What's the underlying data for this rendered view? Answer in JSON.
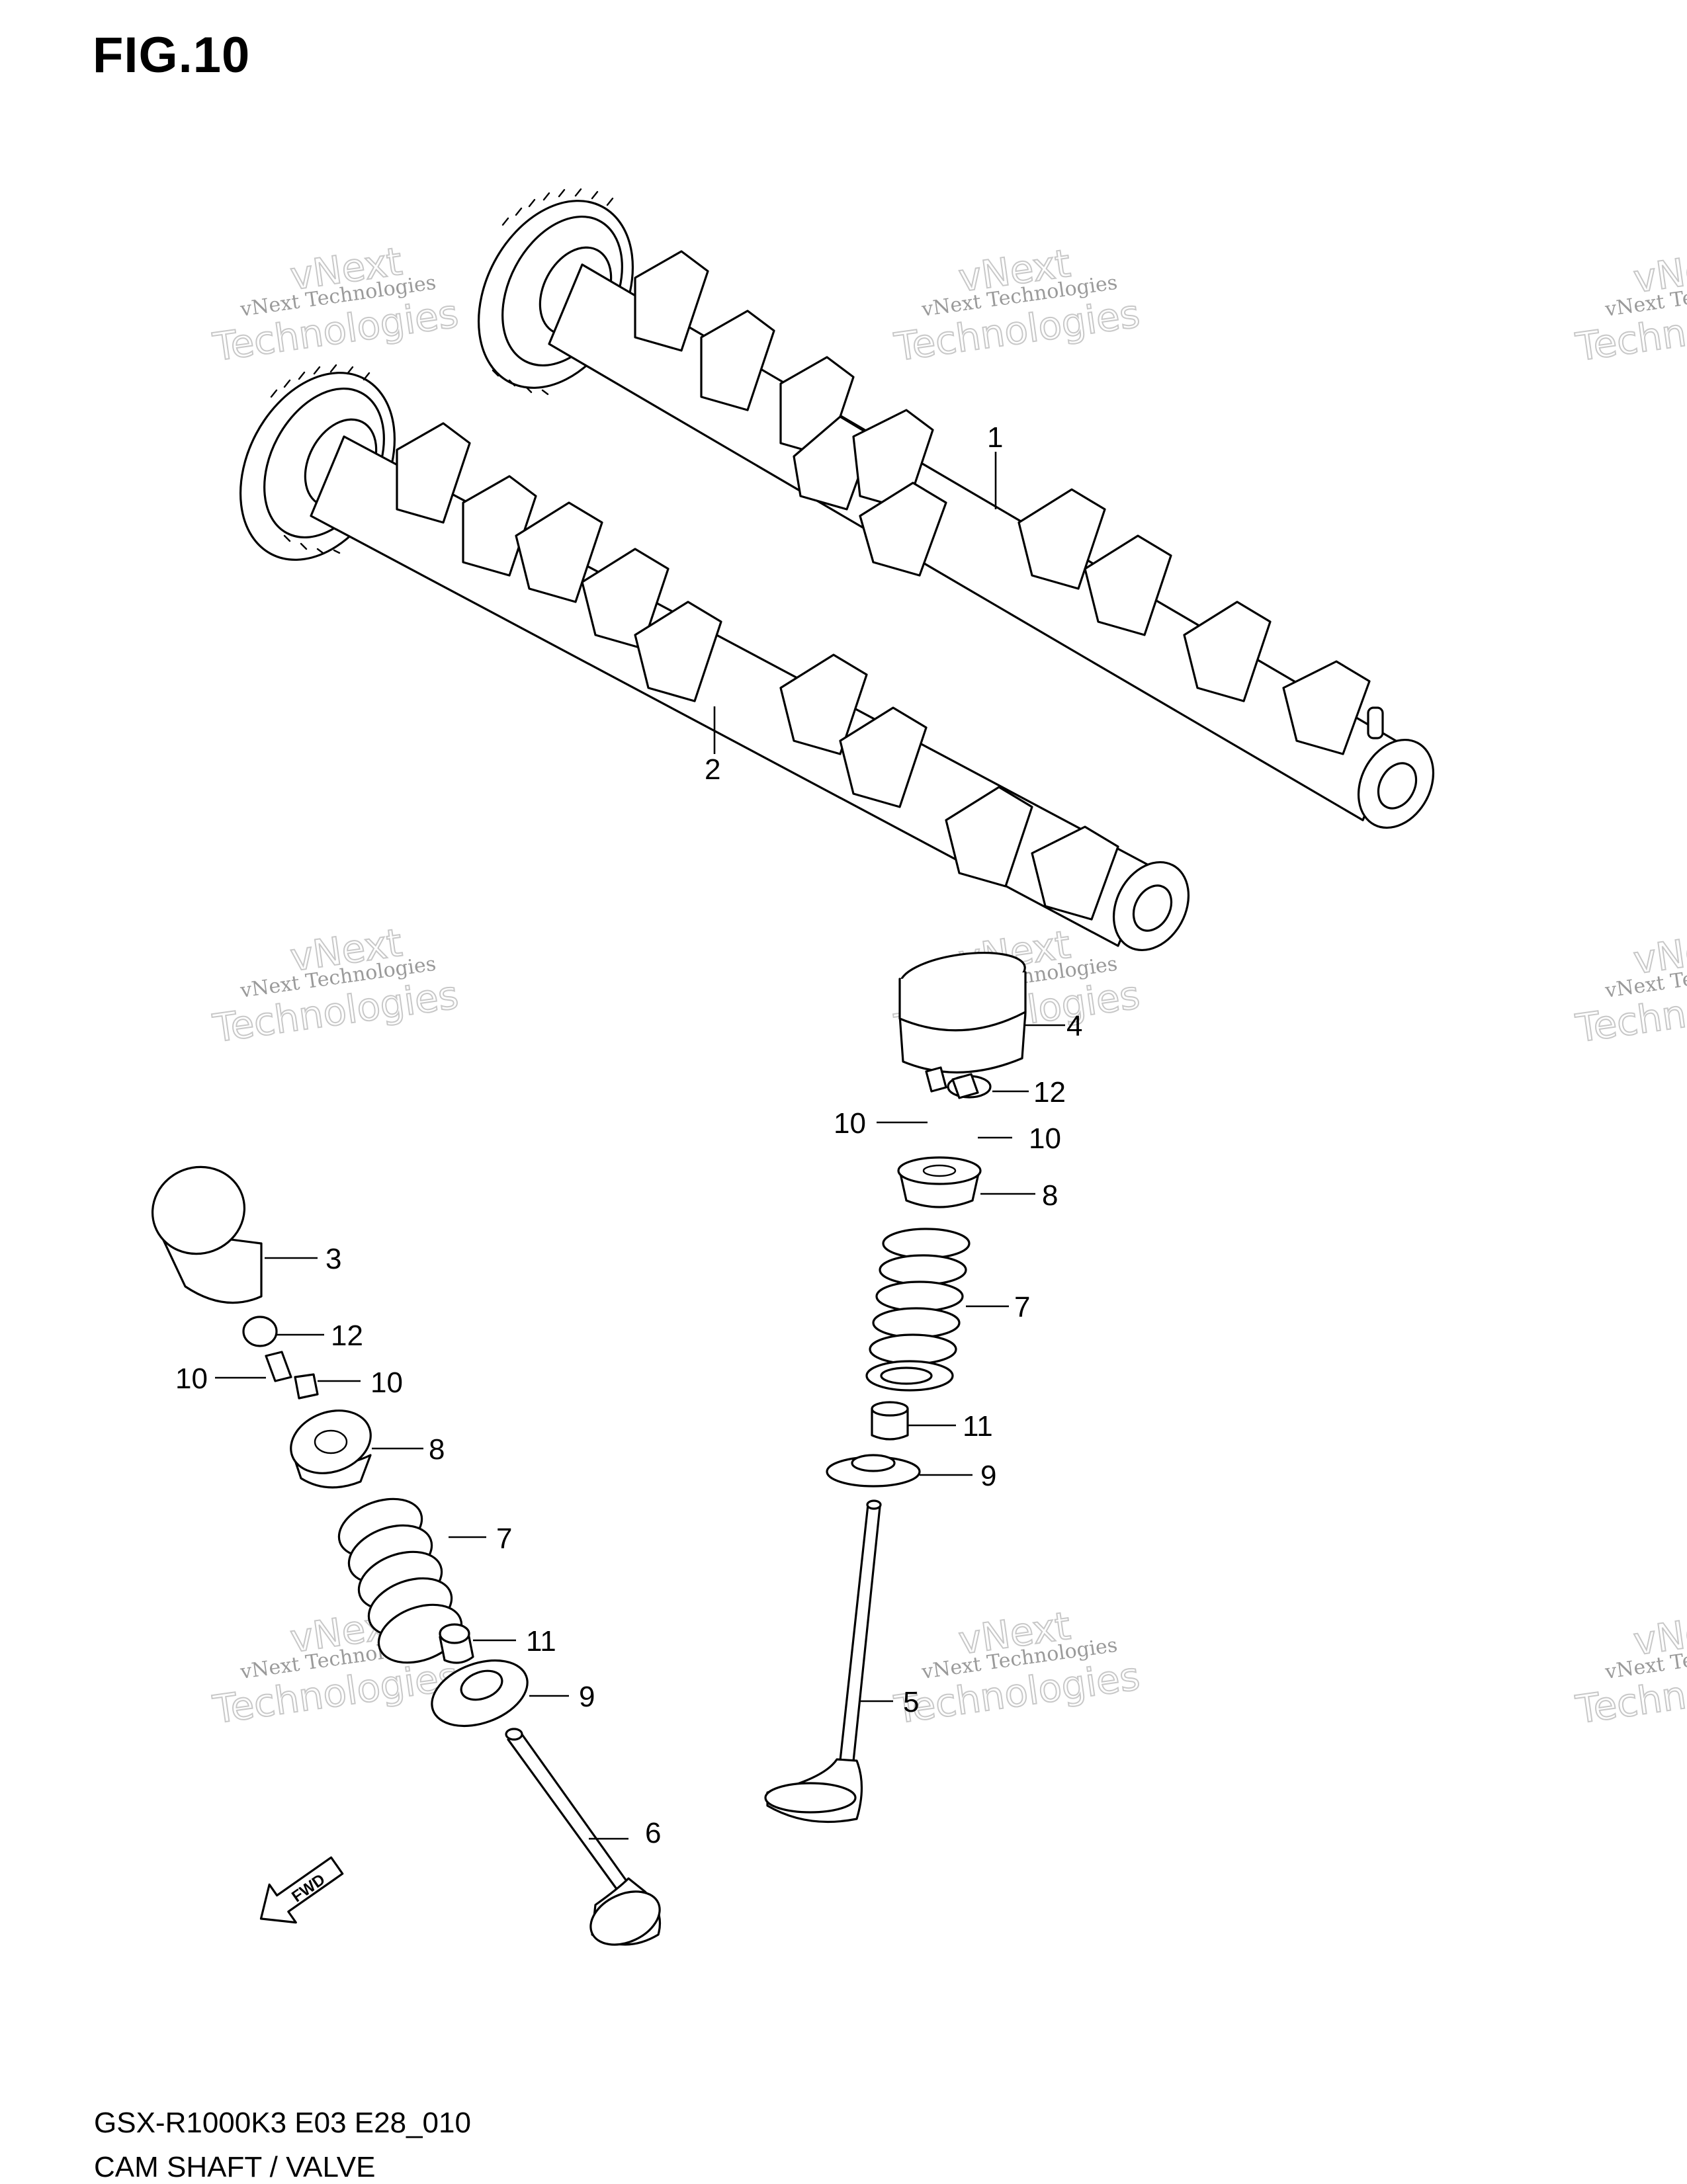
{
  "figure": {
    "title": "FIG.10",
    "model_code": "GSX-R1000K3 E03 E28_010",
    "section_name": "CAM SHAFT / VALVE"
  },
  "watermark": {
    "line1": "vNext Technologies",
    "line2": "vNext",
    "line3": "Technologies"
  },
  "fwd_arrow_label": "FWD",
  "callouts": {
    "c1": "1",
    "c2": "2",
    "c3": "3",
    "c4": "4",
    "c5": "5",
    "c6": "6",
    "c7_right": "7",
    "c7_left": "7",
    "c8_right": "8",
    "c8_left": "8",
    "c9_right": "9",
    "c9_left": "9",
    "c10_right_a": "10",
    "c10_right_b": "10",
    "c10_left_a": "10",
    "c10_left_b": "10",
    "c11_right": "11",
    "c11_left": "11",
    "c12_right": "12",
    "c12_left": "12"
  }
}
